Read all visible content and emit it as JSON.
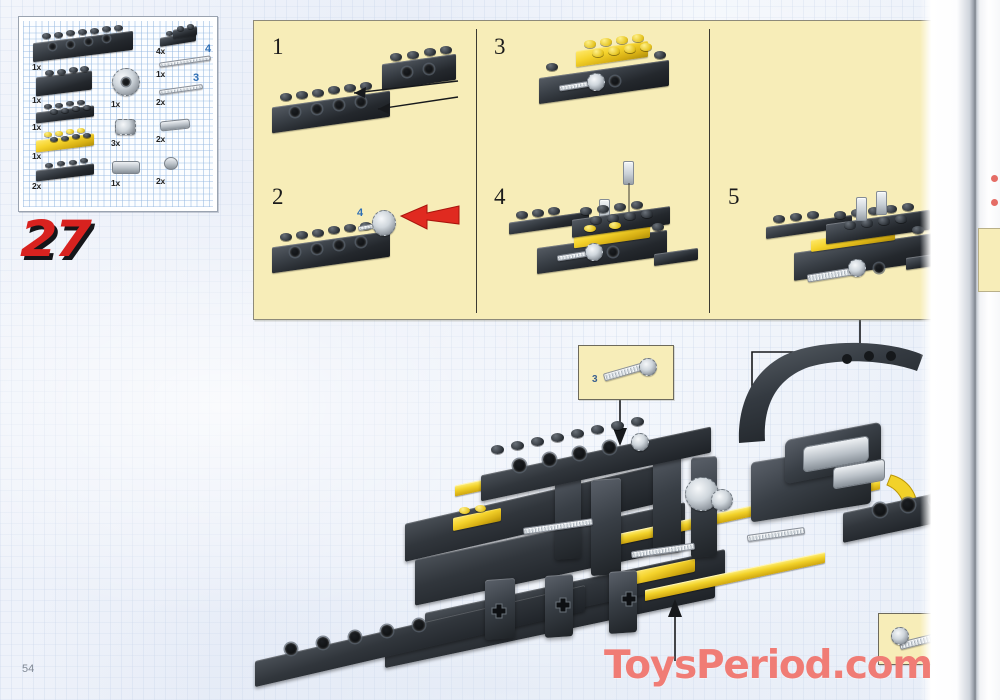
{
  "document": {
    "kind": "lego-building-instructions",
    "page_number": "54",
    "step_number": "27",
    "watermark": "ToysPeriod.com"
  },
  "parts_inventory": {
    "label": "parts-inventory",
    "columns": [
      {
        "name": "column-left",
        "parts": [
          {
            "id": "beam-8-black",
            "qty": "1x",
            "color": "#2a2e33",
            "shape": "technic-beam-8"
          },
          {
            "id": "brick-4-black",
            "qty": "1x",
            "color": "#2a2e33",
            "shape": "brick-1x4"
          },
          {
            "id": "plate-2x4-black",
            "qty": "1x",
            "color": "#2a2e33",
            "shape": "plate-2x4"
          },
          {
            "id": "plate-2x4-yellow",
            "qty": "1x",
            "color": "#f2d229",
            "shape": "plate-2x4"
          },
          {
            "id": "plate-1x4-black",
            "qty": "2x",
            "color": "#2a2e33",
            "shape": "plate-1x4"
          }
        ]
      },
      {
        "name": "column-middle",
        "parts": [
          {
            "id": "gear-24-tooth",
            "qty": "1x",
            "color": "#c9d0d6",
            "shape": "gear-large"
          },
          {
            "id": "gear-8-tooth",
            "qty": "3x",
            "color": "#c9d0d6",
            "shape": "gear-small"
          },
          {
            "id": "connector-bush",
            "qty": "1x",
            "color": "#c9d0d6",
            "shape": "connector"
          }
        ]
      },
      {
        "name": "column-right",
        "parts": [
          {
            "id": "plate-angle-black",
            "qty": "4x",
            "color": "#2a2e33",
            "shape": "plate-angled"
          },
          {
            "id": "axle-4",
            "qty": "1x",
            "color": "#c9d0d6",
            "shape": "axle",
            "length_label": "4"
          },
          {
            "id": "axle-3",
            "qty": "2x",
            "color": "#c9d0d6",
            "shape": "axle",
            "length_label": "3"
          },
          {
            "id": "axle-pin-connector",
            "qty": "2x",
            "color": "#c9d0d6",
            "shape": "axle-pin"
          },
          {
            "id": "bush-half",
            "qty": "2x",
            "color": "#c9d0d6",
            "shape": "bush"
          }
        ]
      }
    ]
  },
  "substeps": {
    "label": "sub-step-panel",
    "background_color": "#f7edb8",
    "items": [
      {
        "number": "1",
        "note": "attach two black technic beams together"
      },
      {
        "number": "2",
        "note": "push gear onto beam",
        "callout_number": "4",
        "arrow": "red-arrow-left"
      },
      {
        "number": "3",
        "note": "add yellow plate over beam assembly"
      },
      {
        "number": "4",
        "note": "insert two grey pins downward into plate"
      },
      {
        "number": "5",
        "note": "completed sub-assembly"
      }
    ]
  },
  "callouts": [
    {
      "name": "callout-axle-top",
      "part_label": "3",
      "part": "axle-with-bush",
      "arrow": "down"
    },
    {
      "name": "callout-axle-bottom",
      "part_label": "",
      "part": "axle-with-bush",
      "arrow": "none"
    }
  ],
  "main_assembly": {
    "label": "main-chassis-assembly",
    "description": "black technic chassis with yellow beam accents and engine block",
    "accent_color": "#f2d229",
    "body_color": "#2a2e33"
  },
  "colors": {
    "panel_yellow": "#f7edb8",
    "lego_yellow": "#f2d229",
    "lego_black": "#2a2e33",
    "lego_grey": "#c9d0d6",
    "step_red": "#d8221f",
    "watermark_red": "#f07c75",
    "blue_label": "#2f6fb5",
    "blueprint_bg": "#eaeff8"
  }
}
